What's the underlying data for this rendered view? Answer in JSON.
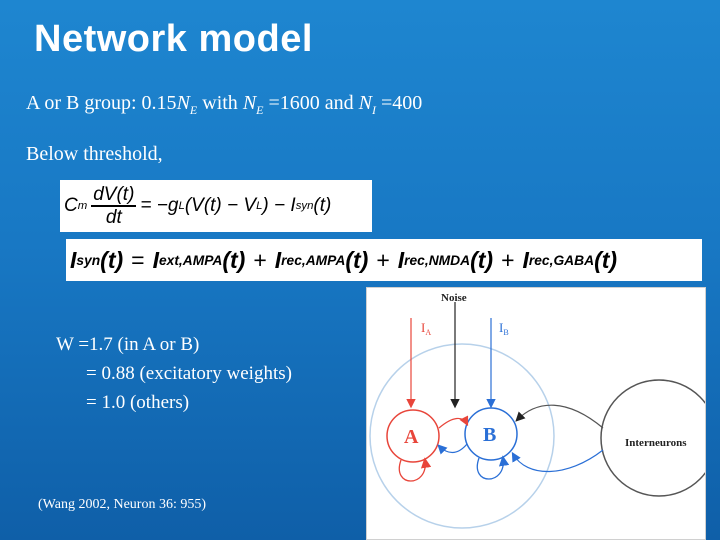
{
  "slide": {
    "title": "Network model",
    "group_line": {
      "prefix": "A or B group: 0.15",
      "ne1": "N",
      "ne1_sub": "E",
      "mid": " with ",
      "ne2": "N",
      "ne2_sub": "E",
      "ne_val": " =1600 and ",
      "ni": "N",
      "ni_sub": "I",
      "ni_val": " =400"
    },
    "below": "Below threshold,",
    "weights": {
      "w1": "W =1.7 (in A or B)",
      "w2": "= 0.88 (excitatory weights)",
      "w3": "= 1.0 (others)"
    },
    "citation": "(Wang 2002, Neuron 36: 955)"
  },
  "equations": {
    "eq1": {
      "cm": "C",
      "cm_sub": "m",
      "num": "dV(t)",
      "den": "dt",
      "rhs_a": "= −g",
      "gl_sub": "L",
      "rhs_b": "(V(t) − V",
      "vl_sub": "L",
      "rhs_c": ") − I",
      "isyn_sub": "syn",
      "rhs_d": "(t)"
    },
    "eq2": {
      "lhs": "I",
      "lhs_sub": "syn",
      "lhs_t": "(t)",
      "eq": "=",
      "t1": "I",
      "t1_sub": "ext,AMPA",
      "t1_t": "(t)",
      "plus1": "+",
      "t2": "I",
      "t2_sub": "rec,AMPA",
      "t2_t": "(t)",
      "plus2": "+",
      "t3": "I",
      "t3_sub": "rec,NMDA",
      "t3_t": "(t)",
      "plus3": "+",
      "t4": "I",
      "t4_sub": "rec,GABA",
      "t4_t": "(t)"
    }
  },
  "diagram": {
    "noise": "Noise",
    "ia": "I",
    "ia_sub": "A",
    "ib": "I",
    "ib_sub": "B",
    "a": "A",
    "b": "B",
    "inter": "Interneurons",
    "colors": {
      "red": "#e8453a",
      "blue": "#2a6fd6",
      "gray": "#666666"
    }
  }
}
